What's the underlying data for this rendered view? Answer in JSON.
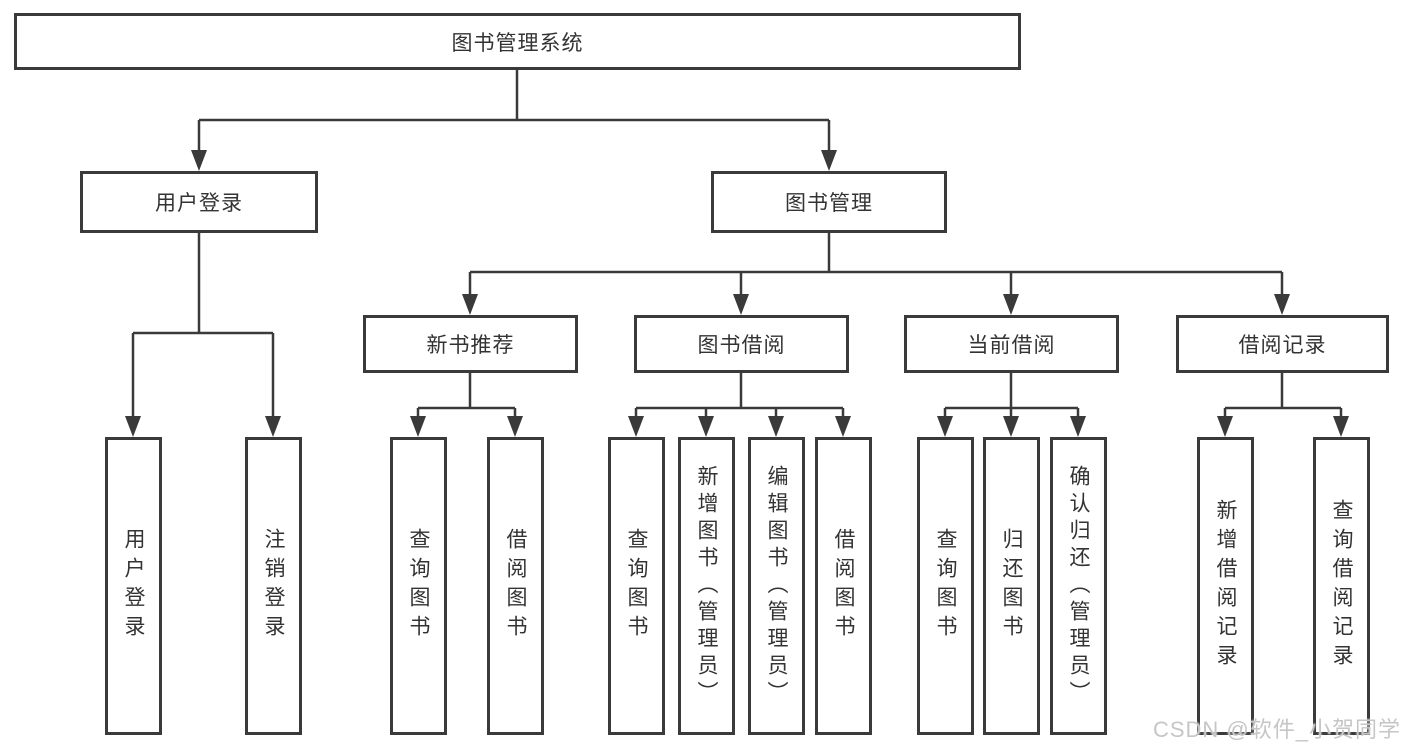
{
  "colors": {
    "line": "#3a3a3a",
    "box_border": "#3a3a3a",
    "box_fill": "#ffffff",
    "text": "#333333",
    "watermark": "#c6c6c6",
    "background": "#ffffff"
  },
  "watermark": {
    "text": "CSDN @软件_小贺同学"
  },
  "tree": {
    "root": {
      "label": "图书管理系统"
    },
    "level2": [
      {
        "id": "user-login",
        "label": "用户登录"
      },
      {
        "id": "book-management",
        "label": "图书管理"
      }
    ],
    "level3": [
      {
        "id": "new-book-recommend",
        "label": "新书推荐",
        "parent": "图书管理"
      },
      {
        "id": "book-borrowing",
        "label": "图书借阅",
        "parent": "图书管理"
      },
      {
        "id": "current-borrowing",
        "label": "当前借阅",
        "parent": "图书管理"
      },
      {
        "id": "borrowing-records",
        "label": "借阅记录",
        "parent": "图书管理"
      }
    ],
    "leaves": [
      {
        "id": "user-login-action",
        "label": "用户登录",
        "parent": "用户登录"
      },
      {
        "id": "logout-action",
        "label": "注销登录",
        "parent": "用户登录"
      },
      {
        "id": "query-books-recommend",
        "label": "查询图书",
        "parent": "新书推荐"
      },
      {
        "id": "borrow-books-recommend",
        "label": "借阅图书",
        "parent": "新书推荐"
      },
      {
        "id": "query-books-borrowing",
        "label": "查询图书",
        "parent": "图书借阅"
      },
      {
        "id": "add-books-admin",
        "label": "新增图书（管理员）",
        "parent": "图书借阅"
      },
      {
        "id": "edit-books-admin",
        "label": "编辑图书（管理员）",
        "parent": "图书借阅"
      },
      {
        "id": "borrow-books",
        "label": "借阅图书",
        "parent": "图书借阅"
      },
      {
        "id": "query-books-current",
        "label": "查询图书",
        "parent": "当前借阅"
      },
      {
        "id": "return-books",
        "label": "归还图书",
        "parent": "当前借阅"
      },
      {
        "id": "confirm-return-admin",
        "label": "确认归还（管理员）",
        "parent": "当前借阅"
      },
      {
        "id": "add-borrowing-record",
        "label": "新增借阅记录",
        "parent": "借阅记录"
      },
      {
        "id": "query-borrowing-record",
        "label": "查询借阅记录",
        "parent": "借阅记录"
      }
    ]
  }
}
